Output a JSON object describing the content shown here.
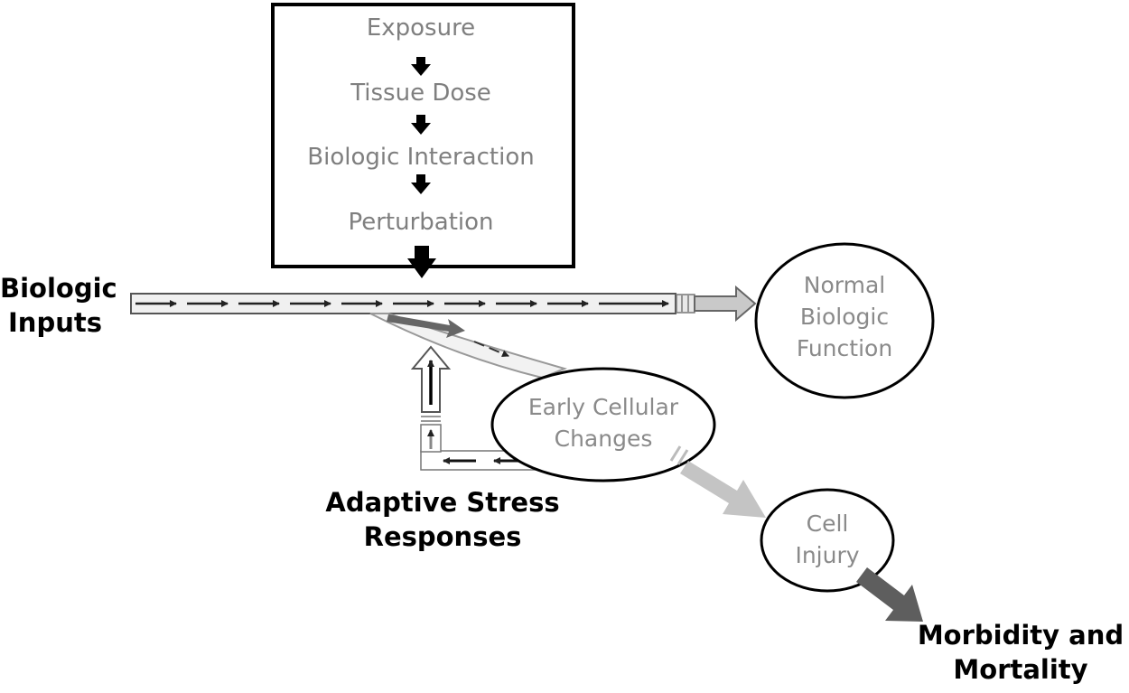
{
  "diagram": {
    "box_steps": [
      "Exposure",
      "Tissue Dose",
      "Biologic Interaction",
      "Perturbation"
    ],
    "inputs_label": [
      "Biologic",
      "Inputs"
    ],
    "normal_label": [
      "Normal",
      "Biologic",
      "Function"
    ],
    "early_label": [
      "Early Cellular",
      "Changes"
    ],
    "adaptive_label": [
      "Adaptive Stress",
      "Responses"
    ],
    "injury_label": [
      "Cell",
      "Injury"
    ],
    "outcome_label": [
      "Morbidity and",
      "Mortality"
    ]
  }
}
